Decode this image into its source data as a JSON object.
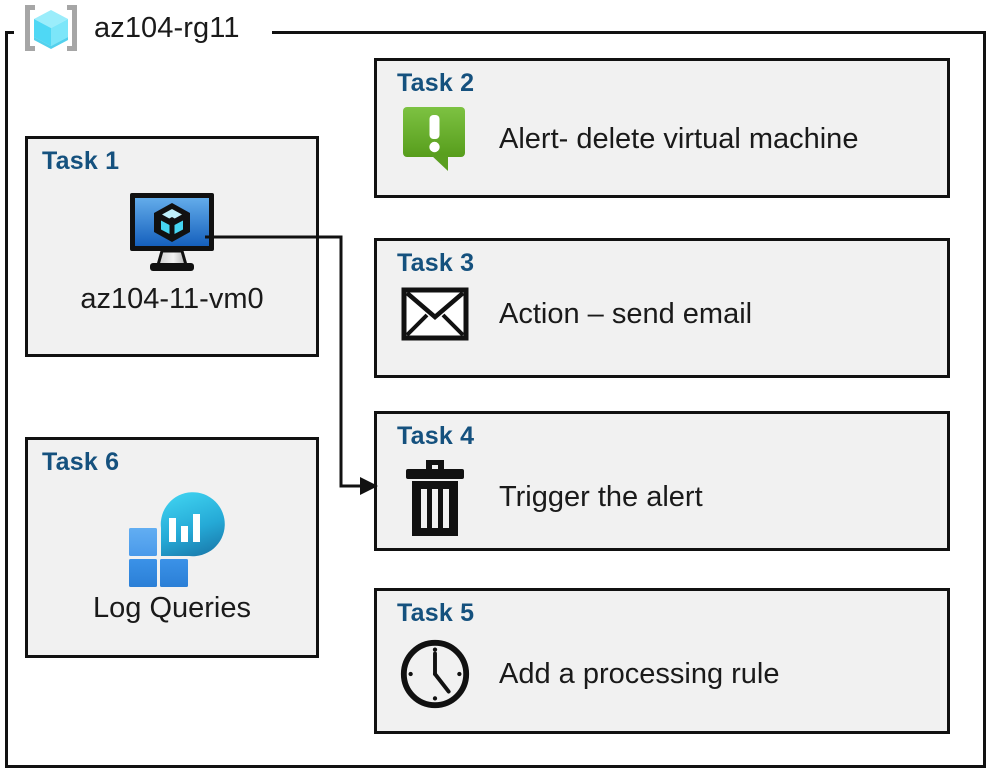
{
  "resource_group": {
    "name": "az104-rg11",
    "icon": "resource-group-cube-icon"
  },
  "colors": {
    "task_title": "#15517e",
    "card_background": "#f1f1f1",
    "card_border": "#111111",
    "alert_green_light": "#7cc242",
    "alert_green_dark": "#5a9e20",
    "vm_screen_blue_light": "#5aa5e8",
    "vm_screen_blue_dark": "#1565c0",
    "log_cyan": "#32c8e8",
    "log_teal": "#1b86b8",
    "log_square_blue": "#2f8ae0",
    "page_background": "#ffffff"
  },
  "cards": {
    "task1": {
      "title": "Task 1",
      "caption": "az104-11-vm0",
      "icon": "virtual-machine-icon"
    },
    "task2": {
      "title": "Task 2",
      "text": "Alert- delete virtual machine",
      "icon": "alert-exclamation-icon"
    },
    "task3": {
      "title": "Task 3",
      "text": "Action – send email",
      "icon": "envelope-icon"
    },
    "task4": {
      "title": "Task 4",
      "text": "Trigger the alert",
      "icon": "trash-can-icon"
    },
    "task5": {
      "title": "Task 5",
      "text": "Add a processing rule",
      "icon": "clock-icon"
    },
    "task6": {
      "title": "Task 6",
      "caption": "Log Queries",
      "icon": "log-analytics-icon"
    }
  },
  "connector": {
    "from": "task1-virtual-machine-icon",
    "to": "task4-card",
    "arrow": "arrowhead-right"
  }
}
